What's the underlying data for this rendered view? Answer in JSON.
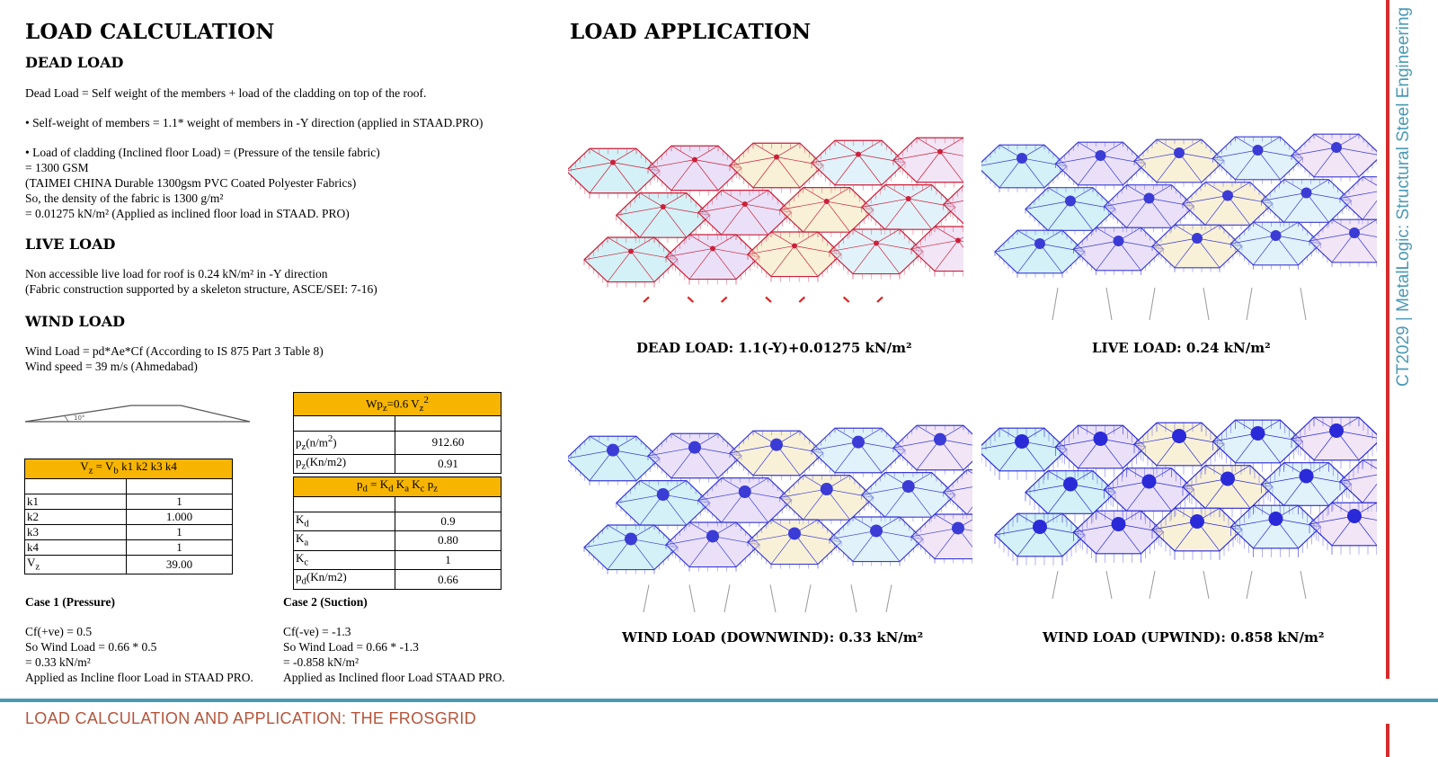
{
  "left": {
    "title": "LOAD CALCULATION",
    "dead": {
      "heading": "DEAD LOAD",
      "lines": [
        "Dead Load = Self weight of the members + load of the cladding on top of the roof.",
        "",
        "• Self-weight of members = 1.1* weight of members in -Y direction (applied in STAAD.PRO)",
        "",
        "• Load of cladding (Inclined floor Load) = (Pressure of the tensile fabric)",
        " = 1300 GSM",
        "(TAIMEI CHINA Durable 1300gsm PVC Coated Polyester Fabrics)",
        "So, the density of the fabric is 1300 g/m²",
        "= 0.01275 kN/m² (Applied as inclined floor load in STAAD. PRO)"
      ]
    },
    "live": {
      "heading": "LIVE LOAD",
      "lines": [
        "Non accessible live load for roof is 0.24 kN/m² in -Y direction",
        "(Fabric construction supported by a skeleton structure, ASCE/SEI: 7-16)"
      ]
    },
    "wind": {
      "heading": "WIND LOAD",
      "lines": [
        "Wind Load = pd*Ae*Cf (According to IS 875 Part 3 Table 8)",
        "Wind speed = 39 m/s (Ahmedabad)"
      ]
    },
    "roof_angle": "10°",
    "vz_table": {
      "header": "Vz = Vb k1 k2 k3 k4",
      "rows": [
        [
          "k1",
          "1"
        ],
        [
          "k2",
          "1.000"
        ],
        [
          "k3",
          "1"
        ],
        [
          "k4",
          "1"
        ],
        [
          "Vz",
          "39.00"
        ]
      ]
    },
    "wp_table": {
      "header": "Wpz=0.6 Vz²",
      "rows": [
        [
          "pz(n/m²)",
          "912.60"
        ],
        [
          "pz(Kn/m2)",
          "0.91"
        ]
      ]
    },
    "pd_table": {
      "header": "pd = Kd Ka Kc pz",
      "rows": [
        [
          "Kd",
          "0.9"
        ],
        [
          "Ka",
          "0.80"
        ],
        [
          "Kc",
          "1"
        ],
        [
          "pd(Kn/m2)",
          "0.66"
        ]
      ]
    },
    "case1": {
      "title": "Case 1 (Pressure)",
      "lines": [
        "Cf(+ve) = 0.5",
        "So Wind Load = 0.66 * 0.5",
        "= 0.33 kN/m²",
        "Applied as Incline floor Load in STAAD PRO."
      ]
    },
    "case2": {
      "title": "Case 2 (Suction)",
      "lines": [
        "Cf(-ve) = -1.3",
        "So Wind Load = 0.66 * -1.3",
        "= -0.858 kN/m²",
        "Applied as Inclined floor Load STAAD PRO."
      ]
    }
  },
  "right": {
    "title": "LOAD APPLICATION",
    "captions": {
      "dead": "DEAD LOAD: 1.1(-Y)+0.01275 kN/m²",
      "live": "LIVE LOAD: 0.24 kN/m²",
      "wind_down": "WIND LOAD (DOWNWIND): 0.33 kN/m²",
      "wind_up": "WIND LOAD (UPWIND): 0.858 kN/m²"
    }
  },
  "side_label": "CT2029 | MetalLogic: Structural Steel Engineering",
  "footer": "LOAD CALCULATION AND APPLICATION: THE FROSGRID",
  "colors": {
    "accent_red": "#d42b2b",
    "accent_blue": "#4a9ab5",
    "footer_text": "#b5543a",
    "table_header": "#f7b500",
    "load_red": "#cc1f3a",
    "load_blue": "#2a2ad8"
  }
}
